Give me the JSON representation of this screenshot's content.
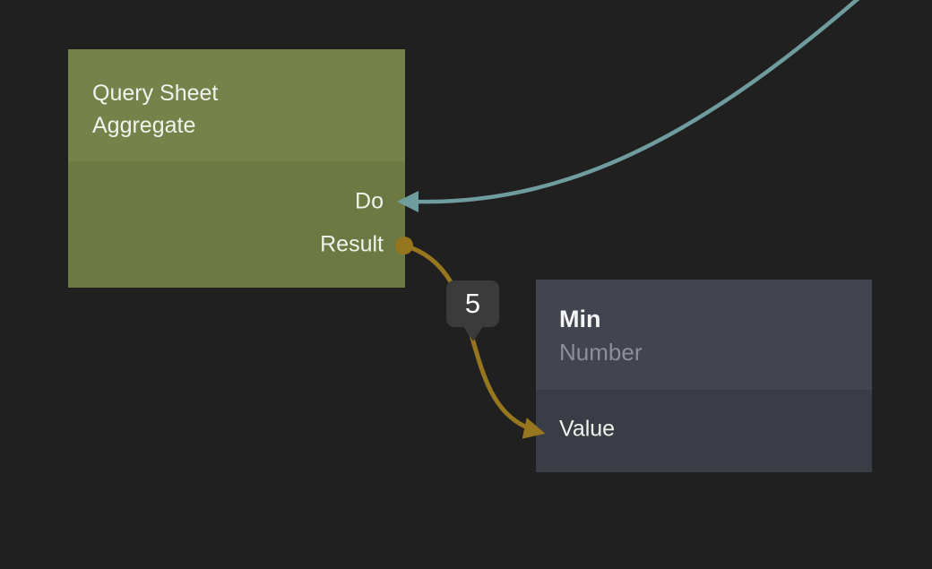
{
  "canvas": {
    "background_color": "#202020"
  },
  "nodes": {
    "query_sheet_aggregate": {
      "title": "Query Sheet Aggregate",
      "header_color": "#75834B",
      "body_color": "#6C7943",
      "ports": {
        "do": {
          "label": "Do",
          "direction": "input"
        },
        "result": {
          "label": "Result",
          "direction": "output"
        }
      }
    },
    "min": {
      "title": "Min",
      "subtitle": "Number",
      "header_color": "#42444F",
      "body_color": "#3A3D46",
      "ports": {
        "value": {
          "label": "Value",
          "direction": "input"
        }
      }
    }
  },
  "edges": {
    "exec_to_do": {
      "color": "#6F9C9E"
    },
    "result_to_value": {
      "color": "#96761F",
      "value_label": "5",
      "badge_color": "#3B3B3B"
    }
  }
}
